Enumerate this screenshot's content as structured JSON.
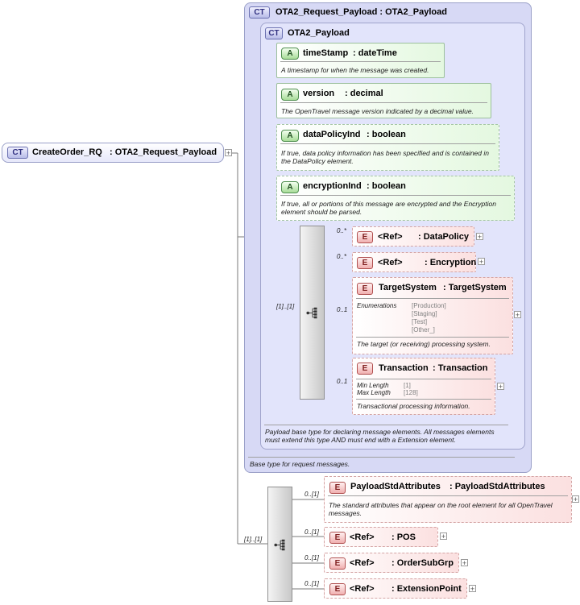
{
  "root": {
    "badge": "CT",
    "name": "CreateOrder_RQ",
    "type": "OTA2_Request_Payload"
  },
  "outer_ct": {
    "badge": "CT",
    "title": "OTA2_Request_Payload : OTA2_Payload",
    "doc": "Base type for request messages."
  },
  "inner_ct": {
    "badge": "CT",
    "title": "OTA2_Payload",
    "doc": "Payload base type for declaring message elements. All messages elements must extend this type AND must end with a Extension element."
  },
  "attributes": [
    {
      "badge": "A",
      "name": "timeStamp",
      "type": ": dateTime",
      "doc": "A timestamp for when the message was created."
    },
    {
      "badge": "A",
      "name": "version",
      "type": ": decimal",
      "doc": "The OpenTravel message version indicated by a decimal value."
    },
    {
      "badge": "A",
      "name": "dataPolicyInd",
      "type": ": boolean",
      "doc": "If true, data policy information has been specified and is contained in the DataPolicy element."
    },
    {
      "badge": "A",
      "name": "encryptionInd",
      "type": ": boolean",
      "doc": "If true, all or portions of this message are encrypted and the Encryption element should be parsed."
    }
  ],
  "seq1": {
    "cardinality": "[1]..[1]"
  },
  "seq1_elements": [
    {
      "badge": "E",
      "ref": "<Ref>",
      "name": ": DataPolicy",
      "card": "0..*"
    },
    {
      "badge": "E",
      "ref": "<Ref>",
      "name": ": Encryption",
      "card": "0..*"
    },
    {
      "badge": "E",
      "name": "TargetSystem",
      "type": ": TargetSystem",
      "card": "0..1",
      "facet_label": "Enumerations",
      "enums": [
        "[Production]",
        "[Staging]",
        "[Test]",
        "[Other_]"
      ],
      "doc": "The target (or receiving) processing system."
    },
    {
      "badge": "E",
      "name": "Transaction",
      "type": ": Transaction",
      "card": "0..1",
      "min_label": "Min Length",
      "min_val": "[1]",
      "max_label": "Max Length",
      "max_val": "[128]",
      "doc": "Transactional processing information."
    }
  ],
  "seq2": {
    "cardinality": "[1]..[1]"
  },
  "seq2_elements": [
    {
      "badge": "E",
      "name": "PayloadStdAttributes",
      "type": ": PayloadStdAttributes",
      "card": "0..[1]",
      "doc": "The standard attributes that appear on the root element for all OpenTravel messages."
    },
    {
      "badge": "E",
      "ref": "<Ref>",
      "name": ": POS",
      "card": "0..[1]"
    },
    {
      "badge": "E",
      "ref": "<Ref>",
      "name": ": OrderSubGrp",
      "card": "0..[1]"
    },
    {
      "badge": "E",
      "ref": "<Ref>",
      "name": ": ExtensionPoint",
      "card": "0..[1]"
    }
  ],
  "expand_glyph": "+"
}
